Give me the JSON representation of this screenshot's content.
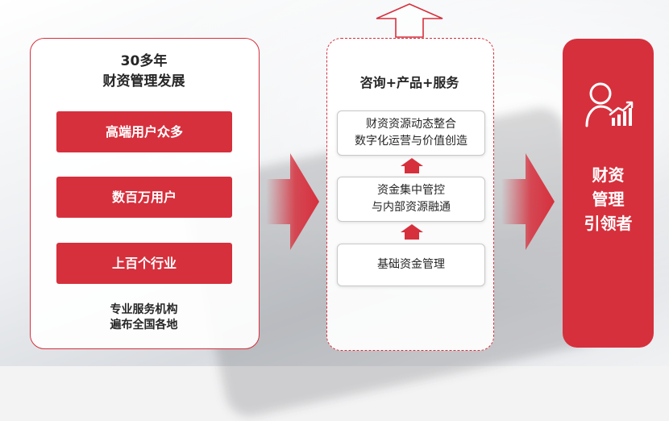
{
  "left_panel": {
    "title_line1": "30多年",
    "title_line2": "财资管理发展",
    "items": [
      {
        "label": "高端用户众多"
      },
      {
        "label": "数百万用户"
      },
      {
        "label": "上百个行业"
      }
    ],
    "note_line1": "专业服务机构",
    "note_line2": "遍布全国各地"
  },
  "middle_panel": {
    "title": "咨询+产品+服务",
    "boxes": [
      {
        "line1": "财资资源动态整合",
        "line2": "数字化运营与价值创造"
      },
      {
        "line1": "资金集中管控",
        "line2": "与内部资源融通"
      },
      {
        "line1": "基础资金管理",
        "line2": ""
      }
    ]
  },
  "right_panel": {
    "line1": "财资",
    "line2": "管理",
    "line3": "引领者",
    "icon": "person-growth-icon"
  },
  "colors": {
    "accent": "#d6303d",
    "text": "#262626",
    "panel_bg": "#ffffff"
  }
}
